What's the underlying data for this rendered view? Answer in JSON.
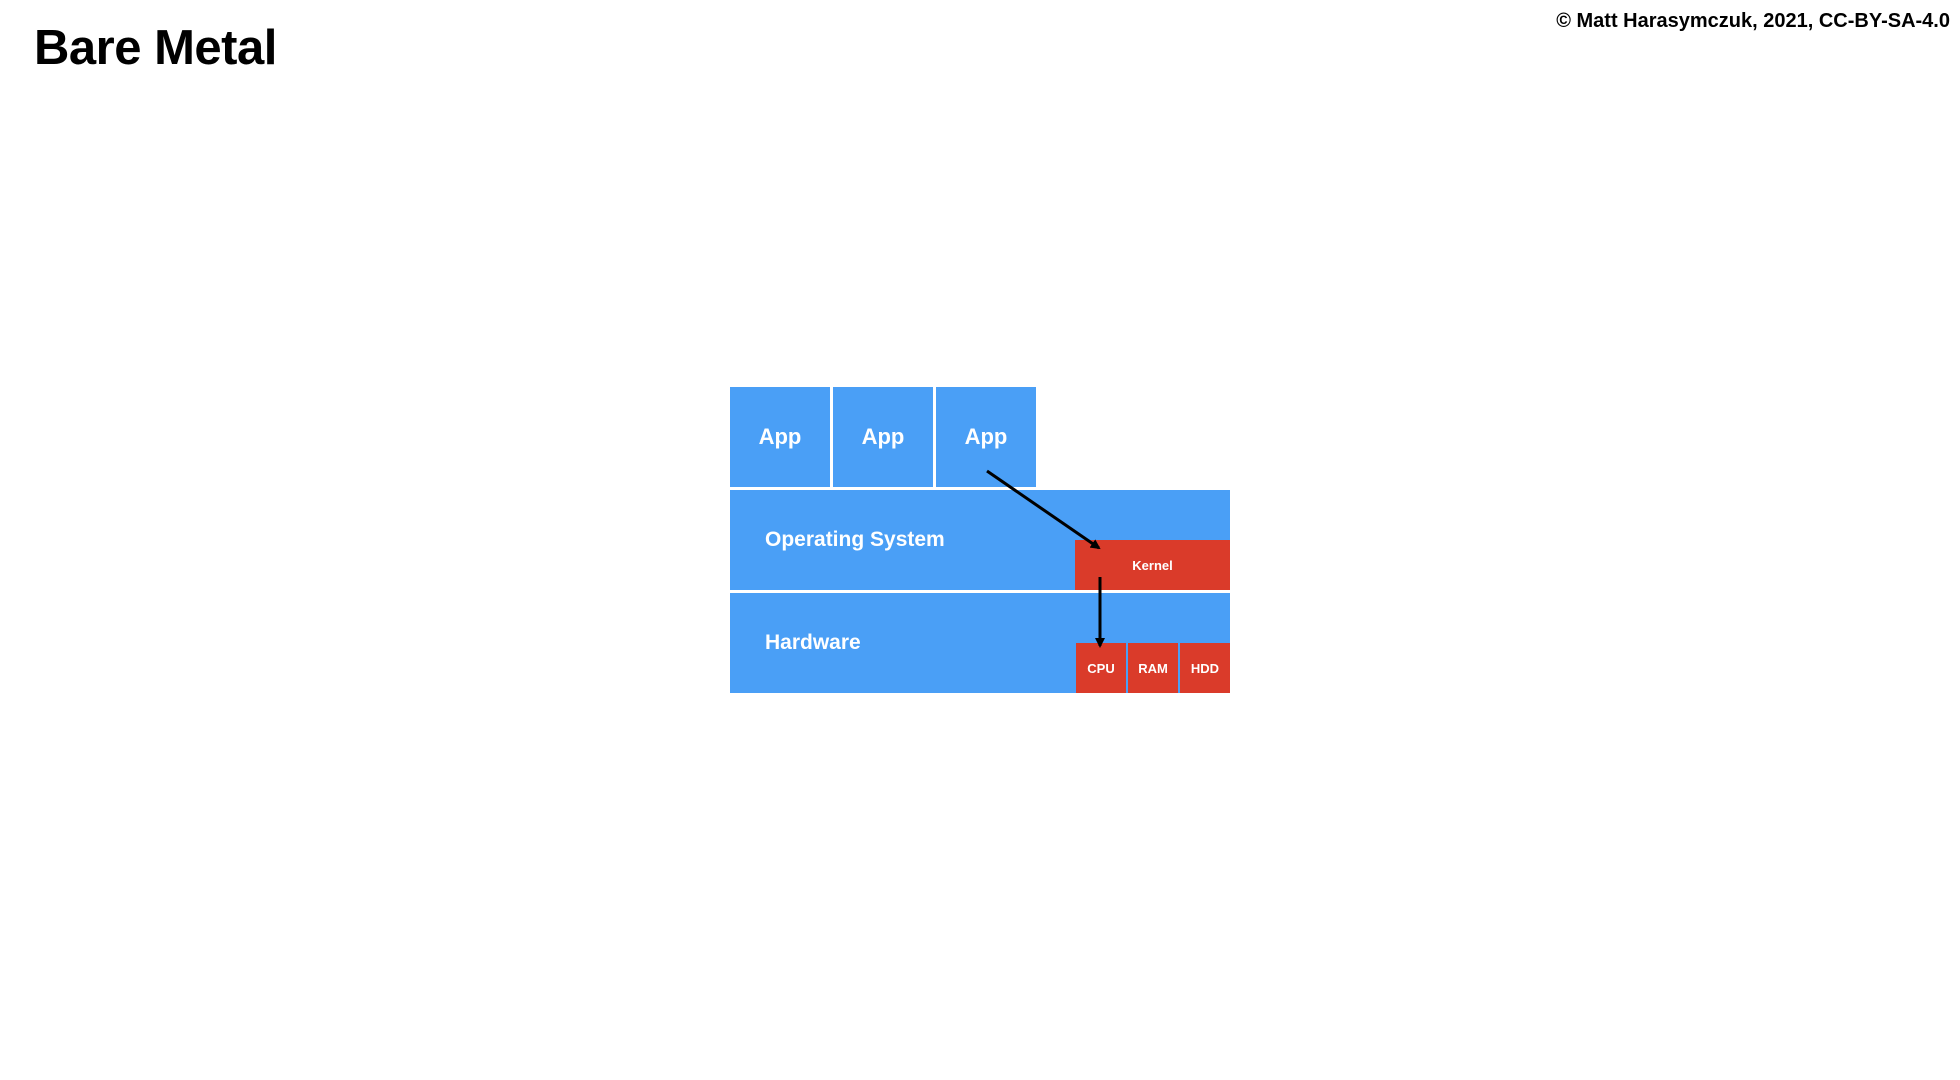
{
  "slide": {
    "title": "Bare Metal",
    "copyright": "© Matt Harasymczuk, 2021, CC-BY-SA-4.0"
  },
  "diagram": {
    "apps": [
      {
        "label": "App"
      },
      {
        "label": "App"
      },
      {
        "label": "App"
      }
    ],
    "operating_system": {
      "label": "Operating System"
    },
    "kernel": {
      "label": "Kernel"
    },
    "hardware": {
      "label": "Hardware"
    },
    "hardware_components": [
      {
        "label": "CPU"
      },
      {
        "label": "RAM"
      },
      {
        "label": "HDD"
      }
    ],
    "colors": {
      "layer": "#4a9ff6",
      "core_component": "#da3b2a",
      "arrow": "#000000"
    }
  }
}
